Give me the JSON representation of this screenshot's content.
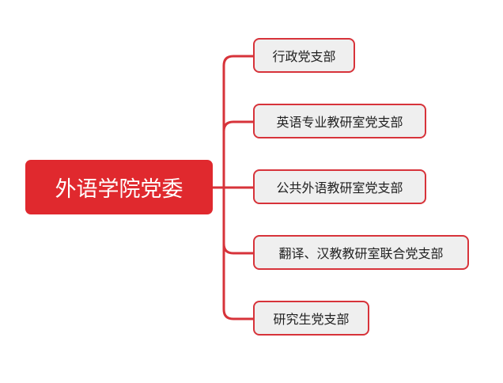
{
  "root": {
    "label": "外语学院党委"
  },
  "children": [
    {
      "label": "行政党支部"
    },
    {
      "label": "英语专业教研室党支部"
    },
    {
      "label": "公共外语教研室党支部"
    },
    {
      "label": "翻译、汉教教研室联合党支部"
    },
    {
      "label": "研究生党支部"
    }
  ],
  "colors": {
    "accent": "#e0292e",
    "line": "#d7333a",
    "node_bg": "#efefef"
  }
}
